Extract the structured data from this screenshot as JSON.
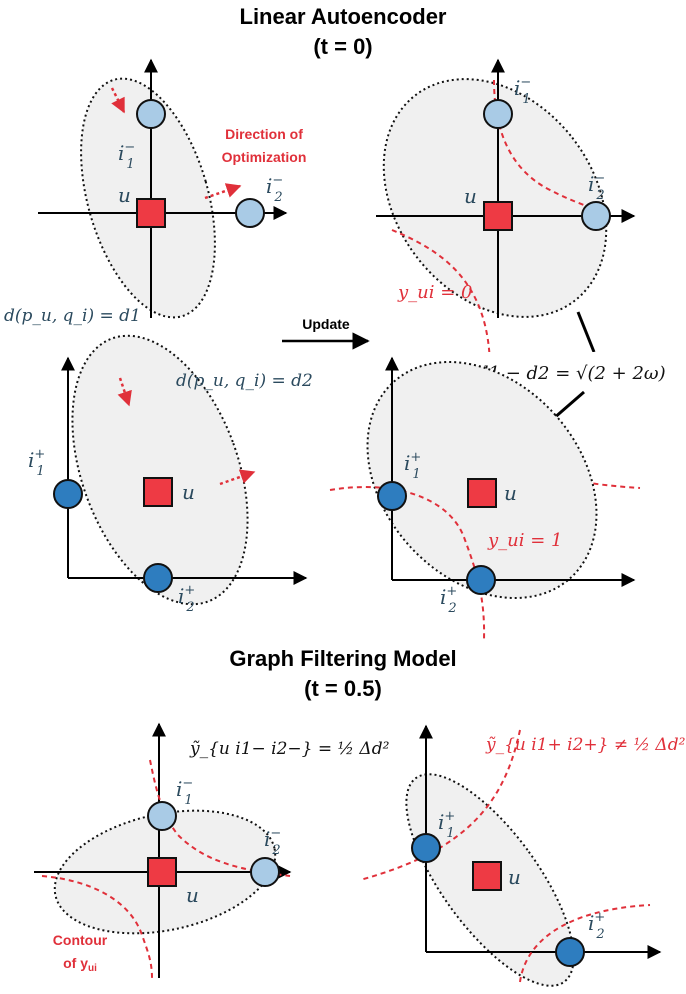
{
  "title_top_line1": "Linear Autoencoder",
  "title_top_line2": "(t = 0)",
  "title_bottom_line1": "Graph Filtering Model",
  "title_bottom_line2": "(t = 0.5)",
  "labels": {
    "direction_line1": "Direction of",
    "direction_line2": "Optimization",
    "update": "Update",
    "contour_line1": "Contour",
    "contour_line2": "of y",
    "contour_sub": "ui",
    "u": "u",
    "i": "i",
    "sup_minus": "−",
    "sup_plus": "+",
    "sub1": "1",
    "sub2": "2"
  },
  "equations": {
    "d1": "d(p_u, q_i) = d1",
    "d2": "d(p_u, q_i) = d2",
    "diff": "d1 − d2 = √(2 + 2ω)",
    "yui0": "y_ui = 0",
    "yui1": "y_ui = 1",
    "ytilde_minus": "ỹ_{u i1− i2−} = ½ Δd²",
    "ytilde_plus": "ỹ_{u i1+ i2+} ≠ ½ Δd²"
  },
  "colors": {
    "negative_node": "#a9cbe6",
    "positive_node": "#2e7dbf",
    "user_node": "#ee3a44",
    "contour": "#e0303a",
    "ellipse_fill": "#f0f0f0"
  }
}
